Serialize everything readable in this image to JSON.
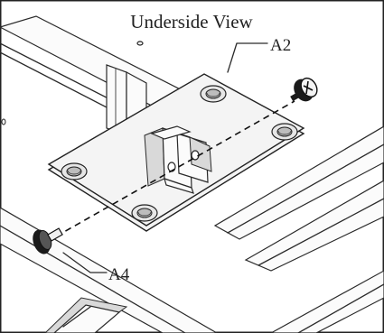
{
  "title": "Underside View",
  "callouts": {
    "bracket_plate": "A2",
    "bolt": "A4"
  }
}
